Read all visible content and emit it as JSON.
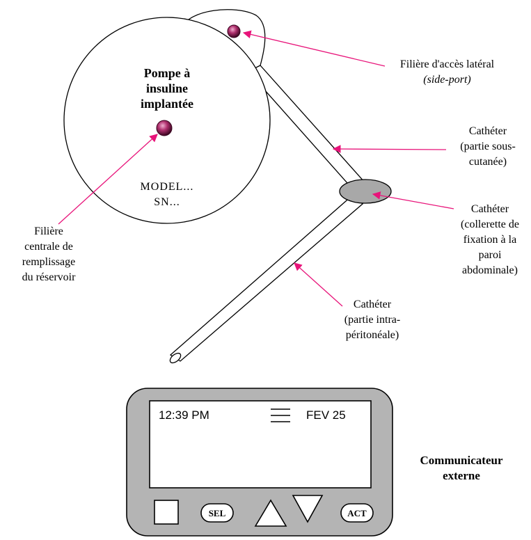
{
  "pump": {
    "title_line1": "Pompe à",
    "title_line2": "insuline",
    "title_line3": "implantée",
    "model_line1": "MODEL...",
    "model_line2": "SN..."
  },
  "labels": {
    "side_port_line1": "Filière d'accès latéral",
    "side_port_line2": "(side-port)",
    "catheter_sub_line1": "Cathéter",
    "catheter_sub_line2": "(partie sous-",
    "catheter_sub_line3": "cutanée)",
    "catheter_collar_line1": "Cathéter",
    "catheter_collar_line2": "(collerette de",
    "catheter_collar_line3": "fixation à la",
    "catheter_collar_line4": "paroi",
    "catheter_collar_line5": "abdominale)",
    "catheter_intra_line1": "Cathéter",
    "catheter_intra_line2": "(partie intra-",
    "catheter_intra_line3": "péritonéale)",
    "central_fill_line1": "Filière",
    "central_fill_line2": "centrale de",
    "central_fill_line3": "remplissage",
    "central_fill_line4": "du réservoir"
  },
  "communicator": {
    "label_line1": "Communicateur",
    "label_line2": "externe",
    "time": "12:39 PM",
    "date": "FEV 25",
    "menu_icon": "hamburger-icon",
    "btn_sel": "SEL",
    "btn_act": "ACT",
    "btn_square_icon": "square-icon",
    "btn_up_icon": "triangle-up-icon",
    "btn_down_icon": "triangle-down-icon"
  },
  "colors": {
    "arrow": "#e8147a",
    "port": "#a0145a",
    "collar": "#a8a8a8",
    "device_body": "#b4b4b4"
  }
}
